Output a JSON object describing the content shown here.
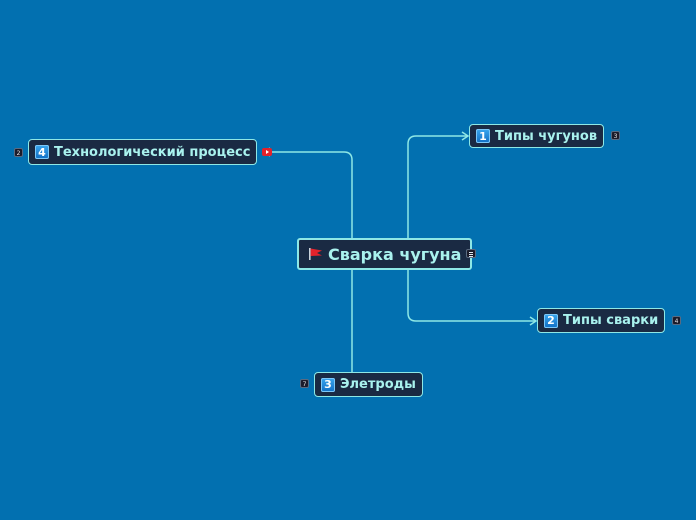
{
  "map": {
    "central": {
      "title": "Сварка чугуна",
      "icon": "red-flag-icon"
    },
    "topics": [
      {
        "number": "1",
        "title": "Типы чугунов",
        "count": "3"
      },
      {
        "number": "2",
        "title": "Типы сварки",
        "count": "4"
      },
      {
        "number": "3",
        "title": "Элетроды",
        "count": "7"
      },
      {
        "number": "4",
        "title": "Технологический процесс",
        "count": "2",
        "extra_icon": "youtube-icon"
      }
    ]
  },
  "colors": {
    "background": "#0270b0",
    "node_fill": "#1a2a43",
    "node_border": "#8ee8e6",
    "connector": "#8ee8e6",
    "text": "#a9f2ee"
  }
}
